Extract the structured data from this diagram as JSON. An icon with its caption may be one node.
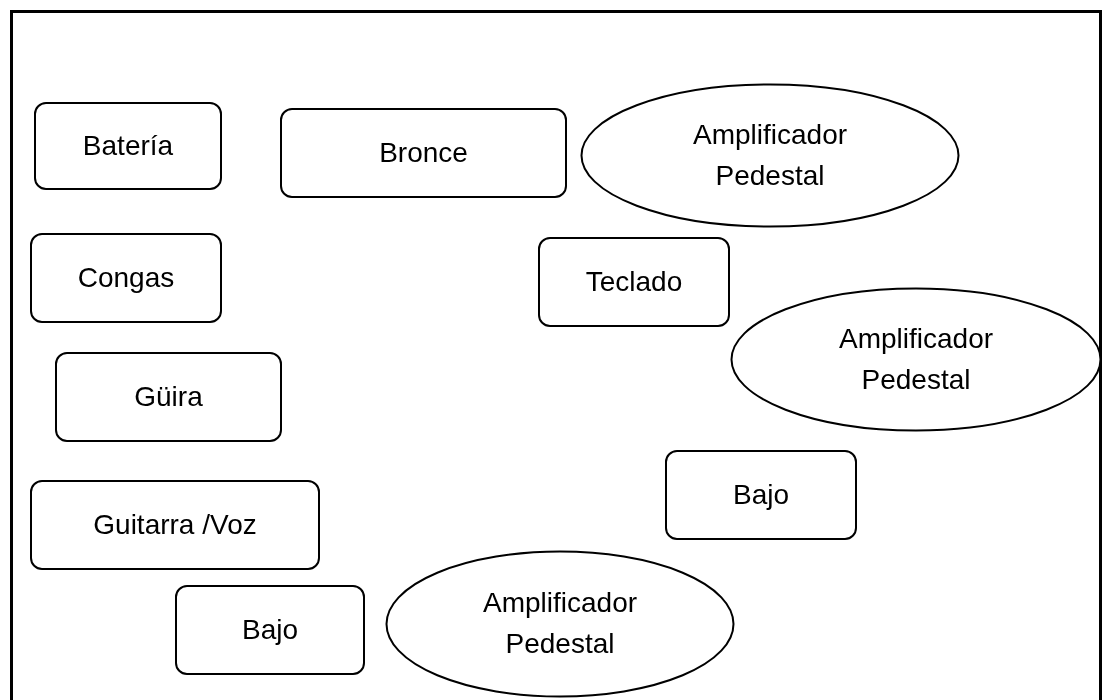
{
  "diagram": {
    "nodes": [
      {
        "text": [
          "Batería"
        ]
      },
      {
        "text": [
          "Bronce"
        ]
      },
      {
        "text": [
          "Amplificador Pedestal"
        ]
      },
      {
        "text": [
          "Congas"
        ]
      },
      {
        "text": [
          "Teclado"
        ]
      },
      {
        "text": [
          "Amplificador Pedestal"
        ]
      },
      {
        "text": [
          "Güira"
        ]
      },
      {
        "text": [
          "Bajo"
        ]
      },
      {
        "text": [
          "Guitarra /Voz"
        ]
      },
      {
        "text": [
          "Bajo"
        ]
      },
      {
        "text": [
          "Amplificador Pedestal"
        ]
      }
    ]
  }
}
